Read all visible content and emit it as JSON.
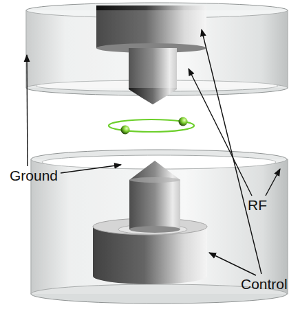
{
  "diagram": {
    "labels": [
      "RF",
      "Ground",
      "Control"
    ]
  }
}
